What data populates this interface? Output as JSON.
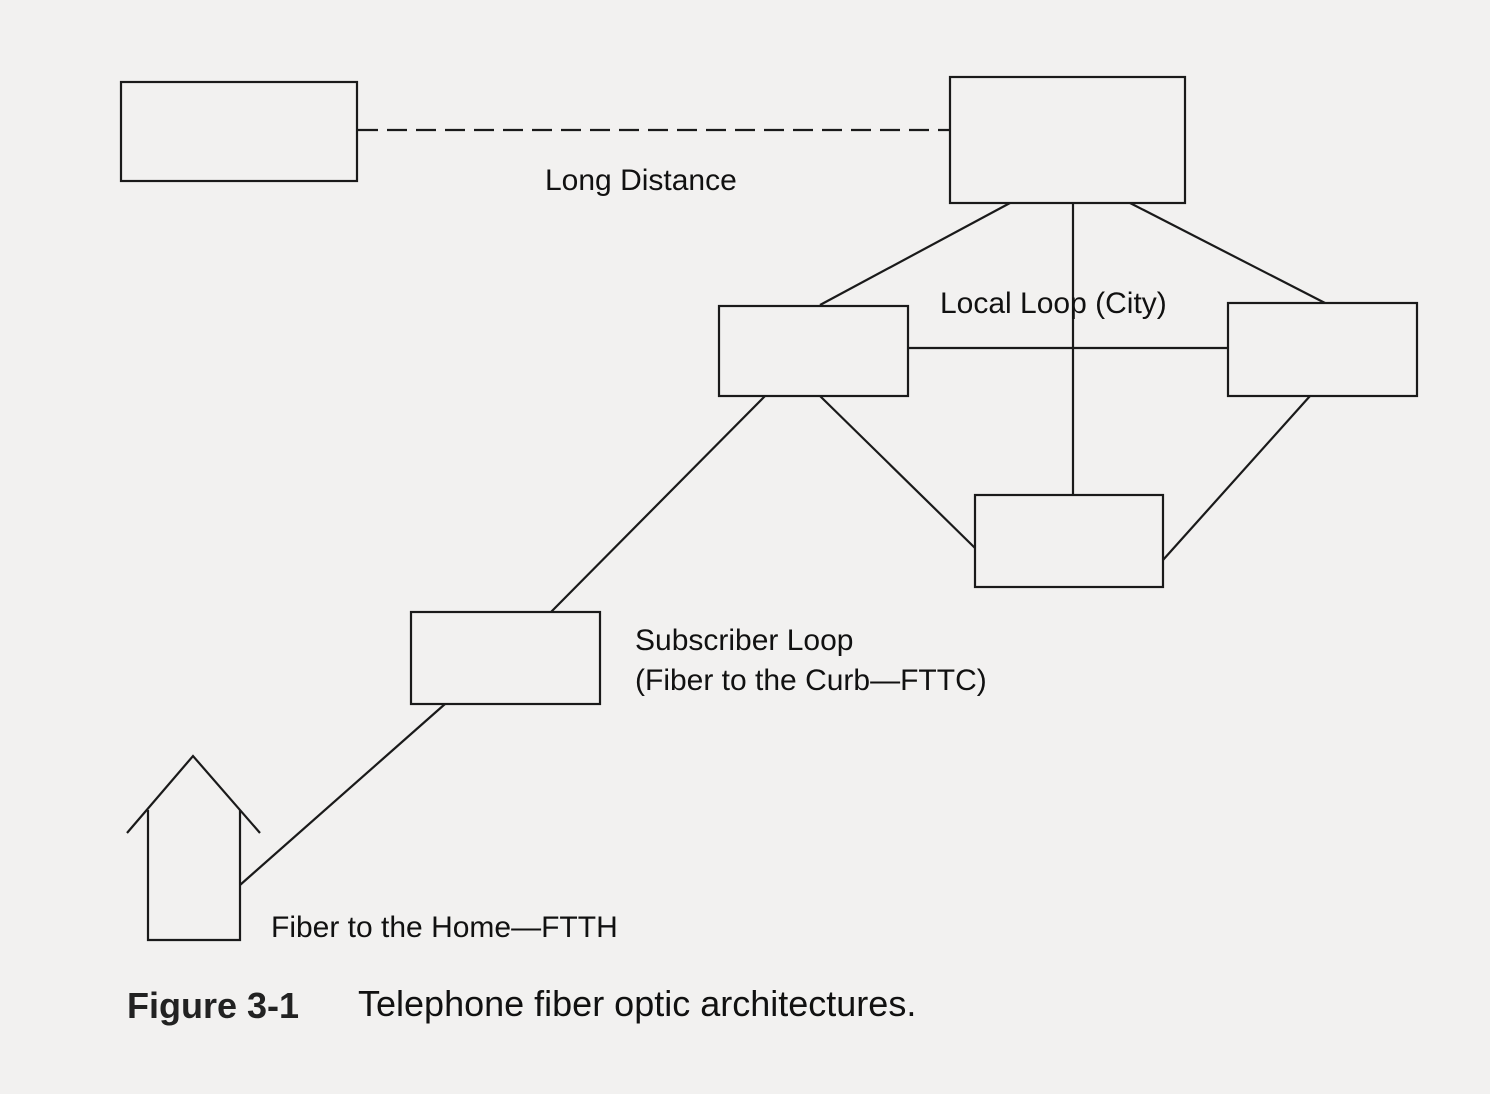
{
  "labels": {
    "long_distance": "Long Distance",
    "local_loop": "Local Loop (City)",
    "subscriber_loop_line1": "Subscriber Loop",
    "subscriber_loop_line2": "(Fiber to the Curb—FTTC)",
    "fiber_to_home": "Fiber to the Home—FTTH"
  },
  "caption": {
    "number": "Figure 3-1",
    "text": "Telephone fiber optic architectures."
  },
  "nodes": [
    {
      "id": "long-distance-office-left"
    },
    {
      "id": "long-distance-office-right"
    },
    {
      "id": "local-loop-left"
    },
    {
      "id": "local-loop-right"
    },
    {
      "id": "local-loop-bottom"
    },
    {
      "id": "curb-node"
    },
    {
      "id": "home"
    }
  ],
  "links": [
    {
      "from": "long-distance-office-left",
      "to": "long-distance-office-right",
      "style": "dashed"
    },
    {
      "from": "long-distance-office-right",
      "to": "local-loop-left",
      "style": "solid"
    },
    {
      "from": "long-distance-office-right",
      "to": "local-loop-right",
      "style": "solid"
    },
    {
      "from": "long-distance-office-right",
      "to": "local-loop-bottom",
      "style": "solid"
    },
    {
      "from": "local-loop-left",
      "to": "local-loop-right",
      "style": "solid"
    },
    {
      "from": "local-loop-left",
      "to": "local-loop-bottom",
      "style": "solid"
    },
    {
      "from": "local-loop-right",
      "to": "local-loop-bottom",
      "style": "solid"
    },
    {
      "from": "local-loop-left",
      "to": "curb-node",
      "style": "solid"
    },
    {
      "from": "curb-node",
      "to": "home",
      "style": "solid"
    }
  ]
}
